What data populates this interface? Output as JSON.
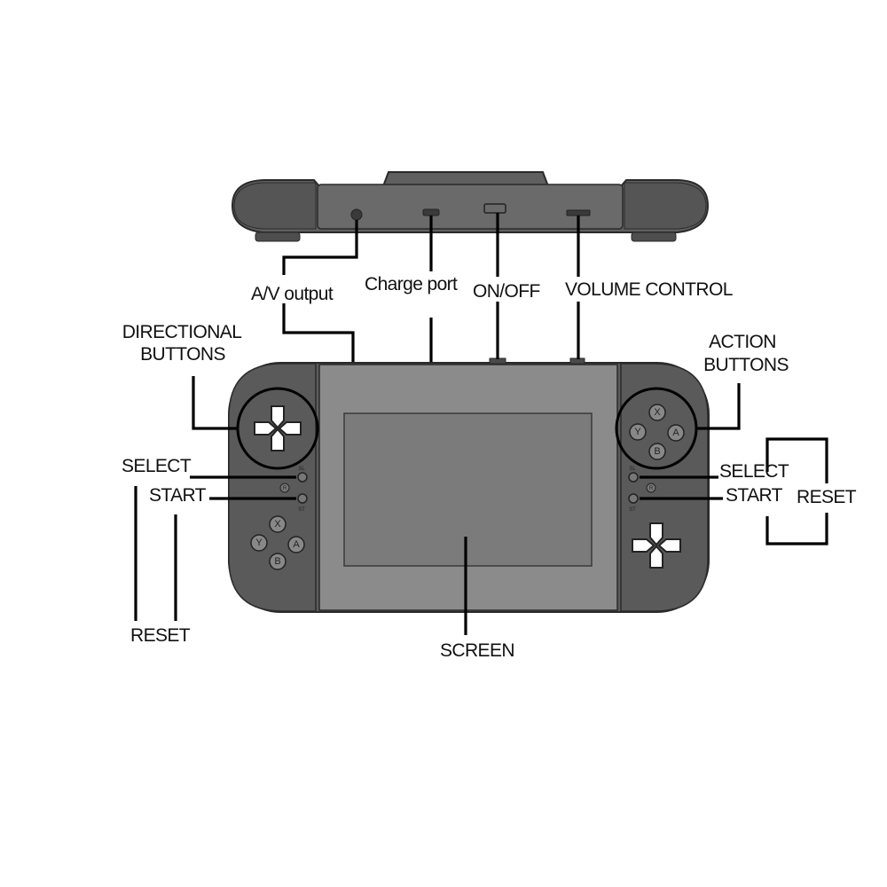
{
  "labels": {
    "av_output": "A/V output",
    "charge_port": "Charge port",
    "on_off": "ON/OFF",
    "volume_control": "VOLUME CONTROL",
    "directional_line1": "DIRECTIONAL",
    "directional_line2": "BUTTONS",
    "action_line1": "ACTION",
    "action_line2": "BUTTONS",
    "select_left": "SELECT",
    "start_left": "START",
    "reset_left": "RESET",
    "select_right": "SELECT",
    "start_right": "START",
    "reset_right": "RESET",
    "screen": "SCREEN"
  },
  "buttons": {
    "left": {
      "x": "X",
      "y": "Y",
      "a": "A",
      "b": "B"
    },
    "right": {
      "x": "X",
      "y": "Y",
      "a": "A",
      "b": "B"
    },
    "left_small": {
      "sl": "SL",
      "st": "ST",
      "reset": "R"
    },
    "right_small": {
      "sl": "SL",
      "st": "ST",
      "reset": "R"
    }
  },
  "colors": {
    "body_dark": "#5a5a5a",
    "body_mid": "#6e6e6e",
    "screen_bezel": "#8a8a8a",
    "screen": "#7c7c7c",
    "outline": "#2a2a2a"
  }
}
